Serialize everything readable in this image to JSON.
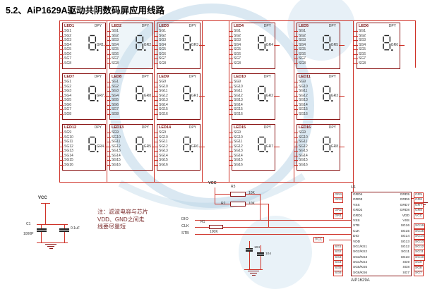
{
  "page": {
    "title": "5.2、AiP1629A驱动共阴数码屏应用线路"
  },
  "display": {
    "type_label": "DPY",
    "seg_banks": {
      "A": [
        "SG1",
        "SG2",
        "SG3",
        "SG4",
        "SG5",
        "SG6",
        "SG7",
        "SG8"
      ],
      "B": [
        "SG9",
        "SG10",
        "SG11",
        "SG12",
        "SG13",
        "SG14",
        "SG15",
        "SG16"
      ]
    },
    "blocks": [
      {
        "name": "LED1",
        "bank": "A",
        "grid": "GR1",
        "row": 0,
        "col": 0
      },
      {
        "name": "LED2",
        "bank": "A",
        "grid": "GR2",
        "row": 0,
        "col": 1
      },
      {
        "name": "LED3",
        "bank": "A",
        "grid": "GR3",
        "row": 0,
        "col": 2
      },
      {
        "name": "LED4",
        "bank": "A",
        "grid": "GR4",
        "row": 0,
        "col": 3
      },
      {
        "name": "LED5",
        "bank": "A",
        "grid": "GR5",
        "row": 0,
        "col": 4
      },
      {
        "name": "LED6",
        "bank": "A",
        "grid": "GR6",
        "row": 0,
        "col": 5
      },
      {
        "name": "LED7",
        "bank": "A",
        "grid": "GR7",
        "row": 1,
        "col": 0
      },
      {
        "name": "LED8",
        "bank": "A",
        "grid": "GR8",
        "row": 1,
        "col": 1
      },
      {
        "name": "LED9",
        "bank": "B",
        "grid": "GR1",
        "row": 1,
        "col": 2
      },
      {
        "name": "LED10",
        "bank": "B",
        "grid": "GR2",
        "row": 1,
        "col": 3
      },
      {
        "name": "LED11",
        "bank": "B",
        "grid": "GR3",
        "row": 1,
        "col": 4
      },
      {
        "name": "LED12",
        "bank": "B",
        "grid": "GR4",
        "row": 2,
        "col": 0
      },
      {
        "name": "LED13",
        "bank": "B",
        "grid": "GR5",
        "row": 2,
        "col": 1
      },
      {
        "name": "LED14",
        "bank": "B",
        "grid": "GR6",
        "row": 2,
        "col": 2
      },
      {
        "name": "LED15",
        "bank": "B",
        "grid": "GR7",
        "row": 2,
        "col": 3
      },
      {
        "name": "LED16",
        "bank": "B",
        "grid": "GR8",
        "row": 2,
        "col": 4
      }
    ]
  },
  "power": {
    "vcc_label": "VCC",
    "c1_ref": "C1",
    "c1_val": "1000P",
    "c2_val": "0.1uF"
  },
  "note": {
    "line1": "注：滤波电容与芯片",
    "line2": "VDD、GND之间走",
    "line3": "线要尽量短"
  },
  "signals": {
    "vcc_label": "VCC",
    "vcc_chip": "VCC",
    "dio": "DIO",
    "clk": "CLK",
    "stb": "STB",
    "r3_ref": "R3",
    "r3_val": "10K",
    "r2_ref": "R2",
    "r2_val": "10K",
    "r1_ref": "R1",
    "r1_val": "100K"
  },
  "decoupling": {
    "c3_val": "104",
    "c4_val": "104"
  },
  "chip": {
    "ref": "U1",
    "part": "AiP1629A",
    "left_pins": [
      {
        "net": "GR4",
        "pin": "GRD4"
      },
      {
        "net": "GR3",
        "pin": "GRD3"
      },
      {
        "net": "",
        "pin": "VSS"
      },
      {
        "net": "GR2",
        "pin": "GRD2"
      },
      {
        "net": "GR1",
        "pin": "GRD1"
      },
      {
        "net": "",
        "pin": "VSS"
      },
      {
        "net": "STB",
        "pin": "STB"
      },
      {
        "net": "CLK",
        "pin": "CLK"
      },
      {
        "net": "DIO",
        "pin": "DIO"
      },
      {
        "net": "VCC",
        "pin": "VDD"
      },
      {
        "net": "SG1",
        "pin": "SG1/KS1"
      },
      {
        "net": "SG2",
        "pin": "SG2/KS2"
      },
      {
        "net": "SG3",
        "pin": "SG3/KS3"
      },
      {
        "net": "SG4",
        "pin": "SG4/KS4"
      },
      {
        "net": "SG5",
        "pin": "SG5/KS5"
      },
      {
        "net": "SG6",
        "pin": "SG6/KS6"
      }
    ],
    "right_pins": [
      {
        "pin": "GRD5",
        "net": "GR5"
      },
      {
        "pin": "GRD6",
        "net": "GR6"
      },
      {
        "pin": "GRD7",
        "net": "GR7"
      },
      {
        "pin": "GRD8",
        "net": "GR8"
      },
      {
        "pin": "VDD",
        "net": "VCC"
      },
      {
        "pin": "VSS",
        "net": ""
      },
      {
        "pin": "SG16",
        "net": "SG16"
      },
      {
        "pin": "SG15",
        "net": "SG15"
      },
      {
        "pin": "SG14",
        "net": "SG14"
      },
      {
        "pin": "SG13",
        "net": "SG13"
      },
      {
        "pin": "SG12",
        "net": "SG12"
      },
      {
        "pin": "SG11",
        "net": "SG11"
      },
      {
        "pin": "SG10",
        "net": "SG10"
      },
      {
        "pin": "SG9",
        "net": "SG9"
      },
      {
        "pin": "SG8",
        "net": "SG8"
      },
      {
        "pin": "SG7",
        "net": "SG7"
      }
    ]
  }
}
